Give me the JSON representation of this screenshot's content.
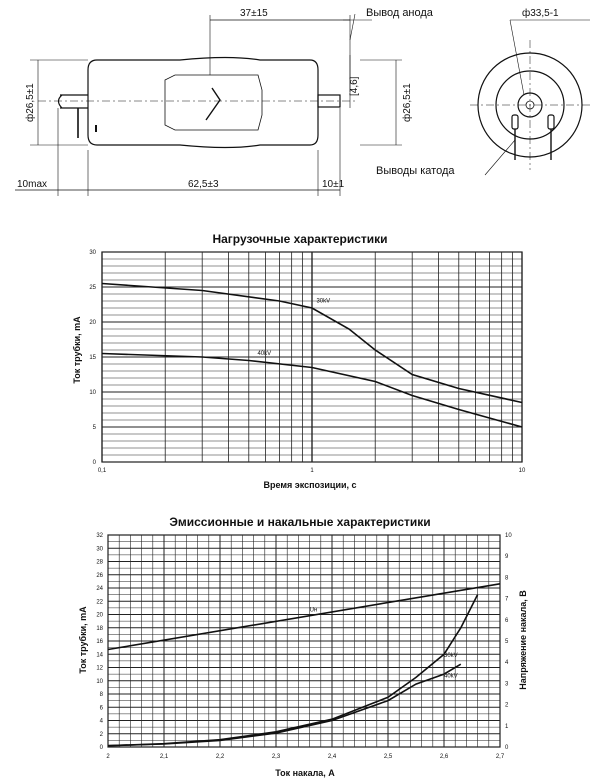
{
  "drawing": {
    "dims": {
      "d1": "37±15",
      "d2": "[4,6]",
      "d3": "ф26,5±1",
      "d4": "ф26,5±1",
      "d5": "10max",
      "d6": "62,5±3",
      "d7": "10±1",
      "d8": "ф33,5-1"
    },
    "callouts": {
      "anode": "Вывод анода",
      "cathode": "Выводы катода"
    }
  },
  "chart_data": [
    {
      "type": "line",
      "title": "Нагрузочные характеристики",
      "xlabel": "Время экспозиции, с",
      "ylabel": "Ток трубки, mA",
      "xscale": "log",
      "xlim": [
        0.1,
        10
      ],
      "ylim": [
        0,
        30
      ],
      "grid": true,
      "xticks": [
        "0,1",
        "1",
        "10"
      ],
      "yticks": [
        "0",
        "5",
        "10",
        "15",
        "20",
        "25",
        "30"
      ],
      "series": [
        {
          "name": "30kV",
          "x": [
            0.1,
            0.3,
            0.7,
            1,
            1.5,
            2,
            3,
            5,
            10
          ],
          "y": [
            25.5,
            24.5,
            23,
            22,
            19,
            16,
            12.5,
            10.5,
            8.5
          ]
        },
        {
          "name": "40kV",
          "x": [
            0.1,
            0.3,
            0.5,
            1,
            2,
            3,
            5,
            10
          ],
          "y": [
            15.5,
            15,
            14.5,
            13.5,
            11.5,
            9.5,
            7.5,
            5
          ]
        }
      ]
    },
    {
      "type": "line",
      "title": "Эмиссионные и накальные характеристики",
      "xlabel": "Ток накала, А",
      "ylabel": "Ток трубки, mA",
      "ylabel2": "Напряжение накала, В",
      "xlim": [
        2.0,
        2.7
      ],
      "ylim": [
        0,
        32
      ],
      "ylim2": [
        0,
        10
      ],
      "grid": true,
      "xticks": [
        "2",
        "2,1",
        "2,2",
        "2,3",
        "2,4",
        "2,5",
        "2,6",
        "2,7"
      ],
      "yticks": [
        "0",
        "2",
        "4",
        "6",
        "8",
        "10",
        "12",
        "14",
        "16",
        "18",
        "20",
        "22",
        "24",
        "26",
        "28",
        "30",
        "32"
      ],
      "yticks2": [
        "0",
        "1",
        "2",
        "3",
        "4",
        "5",
        "6",
        "7",
        "8",
        "9",
        "10"
      ],
      "series": [
        {
          "name": "Uн",
          "axis": "right",
          "x": [
            2.0,
            2.7
          ],
          "y": [
            4.6,
            7.7
          ]
        },
        {
          "name": "30kV",
          "x": [
            2.0,
            2.1,
            2.2,
            2.3,
            2.4,
            2.5,
            2.55,
            2.6,
            2.63,
            2.66
          ],
          "y": [
            0.2,
            0.5,
            1.1,
            2.3,
            4.2,
            7.5,
            10.5,
            14,
            18,
            23
          ]
        },
        {
          "name": "40kV",
          "x": [
            2.0,
            2.1,
            2.2,
            2.3,
            2.4,
            2.5,
            2.55,
            2.6,
            2.63
          ],
          "y": [
            0.2,
            0.45,
            1,
            2.1,
            4.0,
            7,
            9.5,
            11,
            12.5
          ]
        }
      ]
    }
  ]
}
